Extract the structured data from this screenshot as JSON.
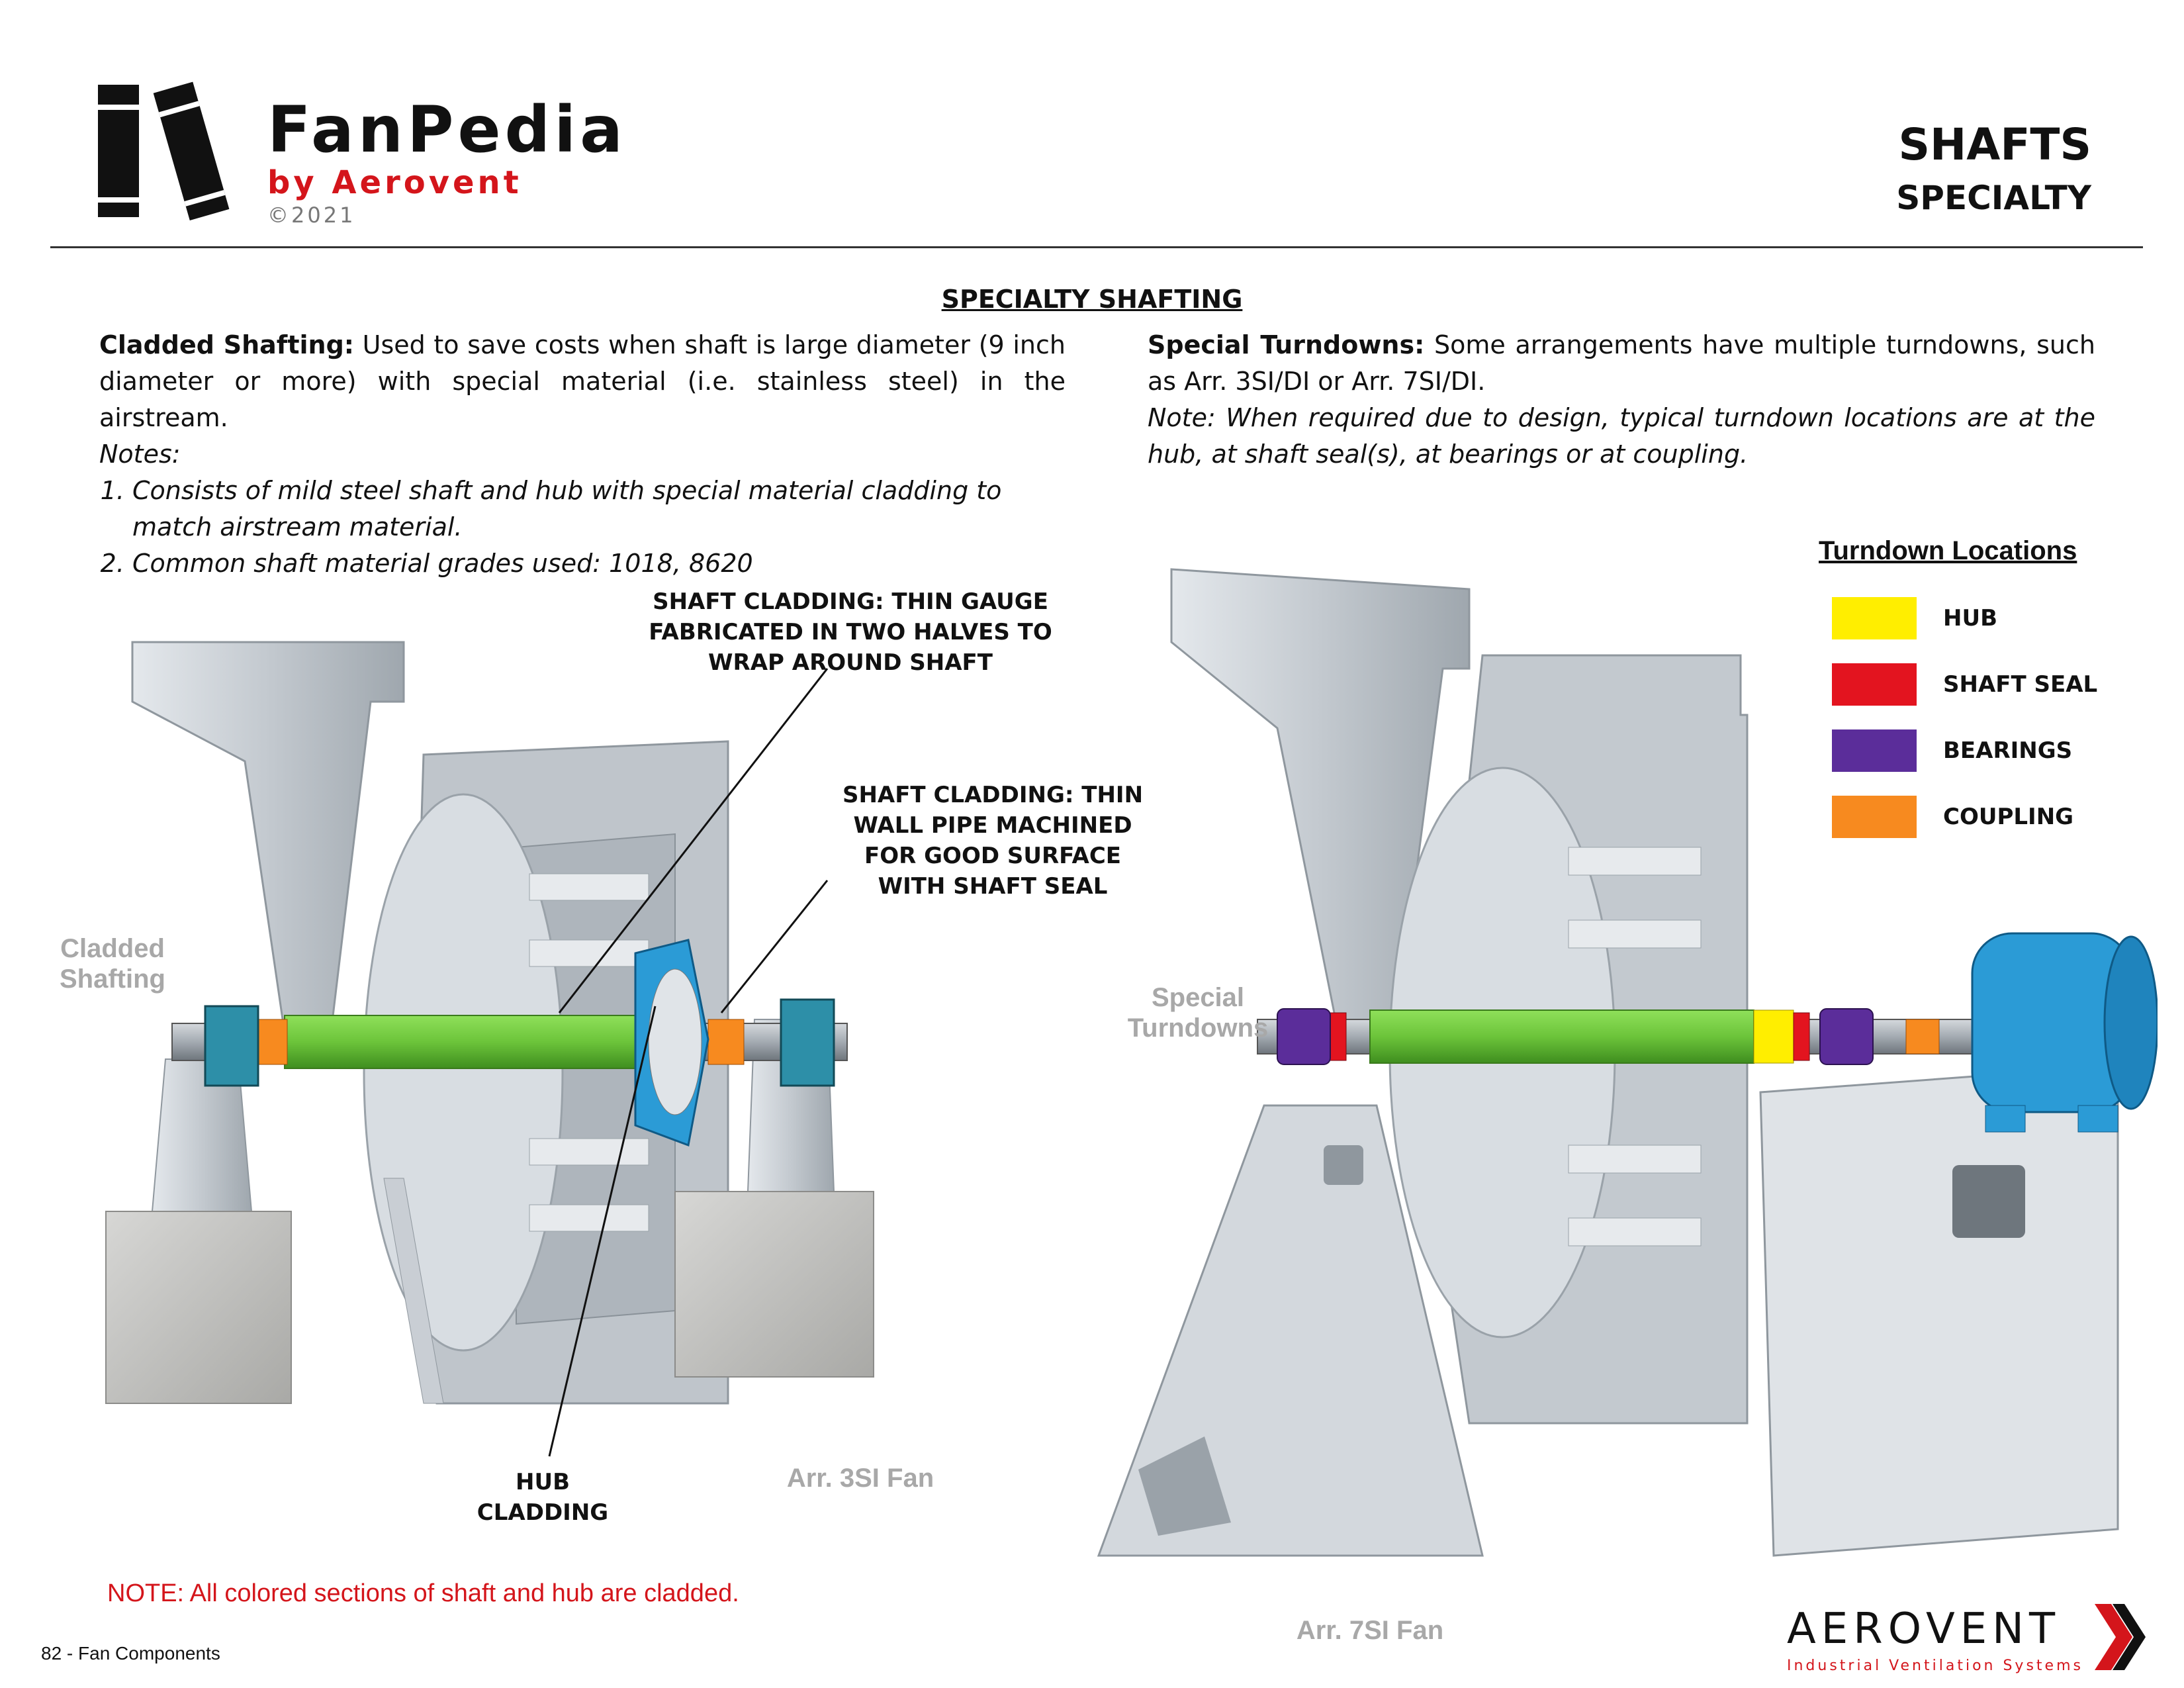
{
  "header": {
    "logo_title": "FanPedia",
    "logo_subtitle": "by Aerovent",
    "logo_year": "©2021",
    "page_title": "SHAFTS",
    "page_subtitle": "SPECIALTY"
  },
  "section_title": "SPECIALTY SHAFTING",
  "left_column": {
    "lead": "Cladded Shafting:",
    "text": "Used to save costs when shaft is large diameter (9 inch diameter or more) with special material (i.e. stainless steel) in the airstream.",
    "notes_label": "Notes:",
    "notes": [
      "Consists of mild steel shaft and hub with special material cladding to match airstream material.",
      "Common shaft material grades used: 1018, 8620"
    ]
  },
  "right_column": {
    "lead": "Special Turndowns:",
    "text": "Some arrangements have multiple turndowns, such as Arr. 3SI/DI or Arr. 7SI/DI.",
    "note": "Note: When required due to design, typical turndown locations are at the hub, at shaft seal(s), at bearings or at coupling."
  },
  "left_figure": {
    "side_label_1": "Cladded",
    "side_label_2": "Shafting",
    "callout_cladding_gauge": [
      "SHAFT CLADDING: THIN GAUGE",
      "FABRICATED IN TWO HALVES TO",
      "WRAP AROUND SHAFT"
    ],
    "callout_cladding_pipe": [
      "SHAFT CLADDING: THIN",
      "WALL PIPE MACHINED",
      "FOR GOOD SURFACE",
      "WITH SHAFT SEAL"
    ],
    "callout_hub": [
      "HUB",
      "CLADDING"
    ],
    "caption": "Arr. 3SI Fan"
  },
  "right_figure": {
    "side_label_1": "Special",
    "side_label_2": "Turndowns",
    "caption": "Arr. 7SI Fan"
  },
  "legend": {
    "title": "Turndown Locations",
    "items": [
      {
        "label": "HUB",
        "color": "#ffee00"
      },
      {
        "label": "SHAFT SEAL",
        "color": "#e3141f"
      },
      {
        "label": "BEARINGS",
        "color": "#5b2d9a"
      },
      {
        "label": "COUPLING",
        "color": "#f78a1f"
      }
    ]
  },
  "note_text": "NOTE: All colored sections of shaft and hub are cladded.",
  "footer": {
    "page_label": "82 - Fan Components",
    "brand": "AEROVENT",
    "brand_tagline": "Industrial Ventilation Systems"
  },
  "colors": {
    "accent_red": "#d4151b",
    "shaft_green": "#6cc43a",
    "steel_blue": "#2b9bd6",
    "housing_gray": "#c9ced4"
  }
}
